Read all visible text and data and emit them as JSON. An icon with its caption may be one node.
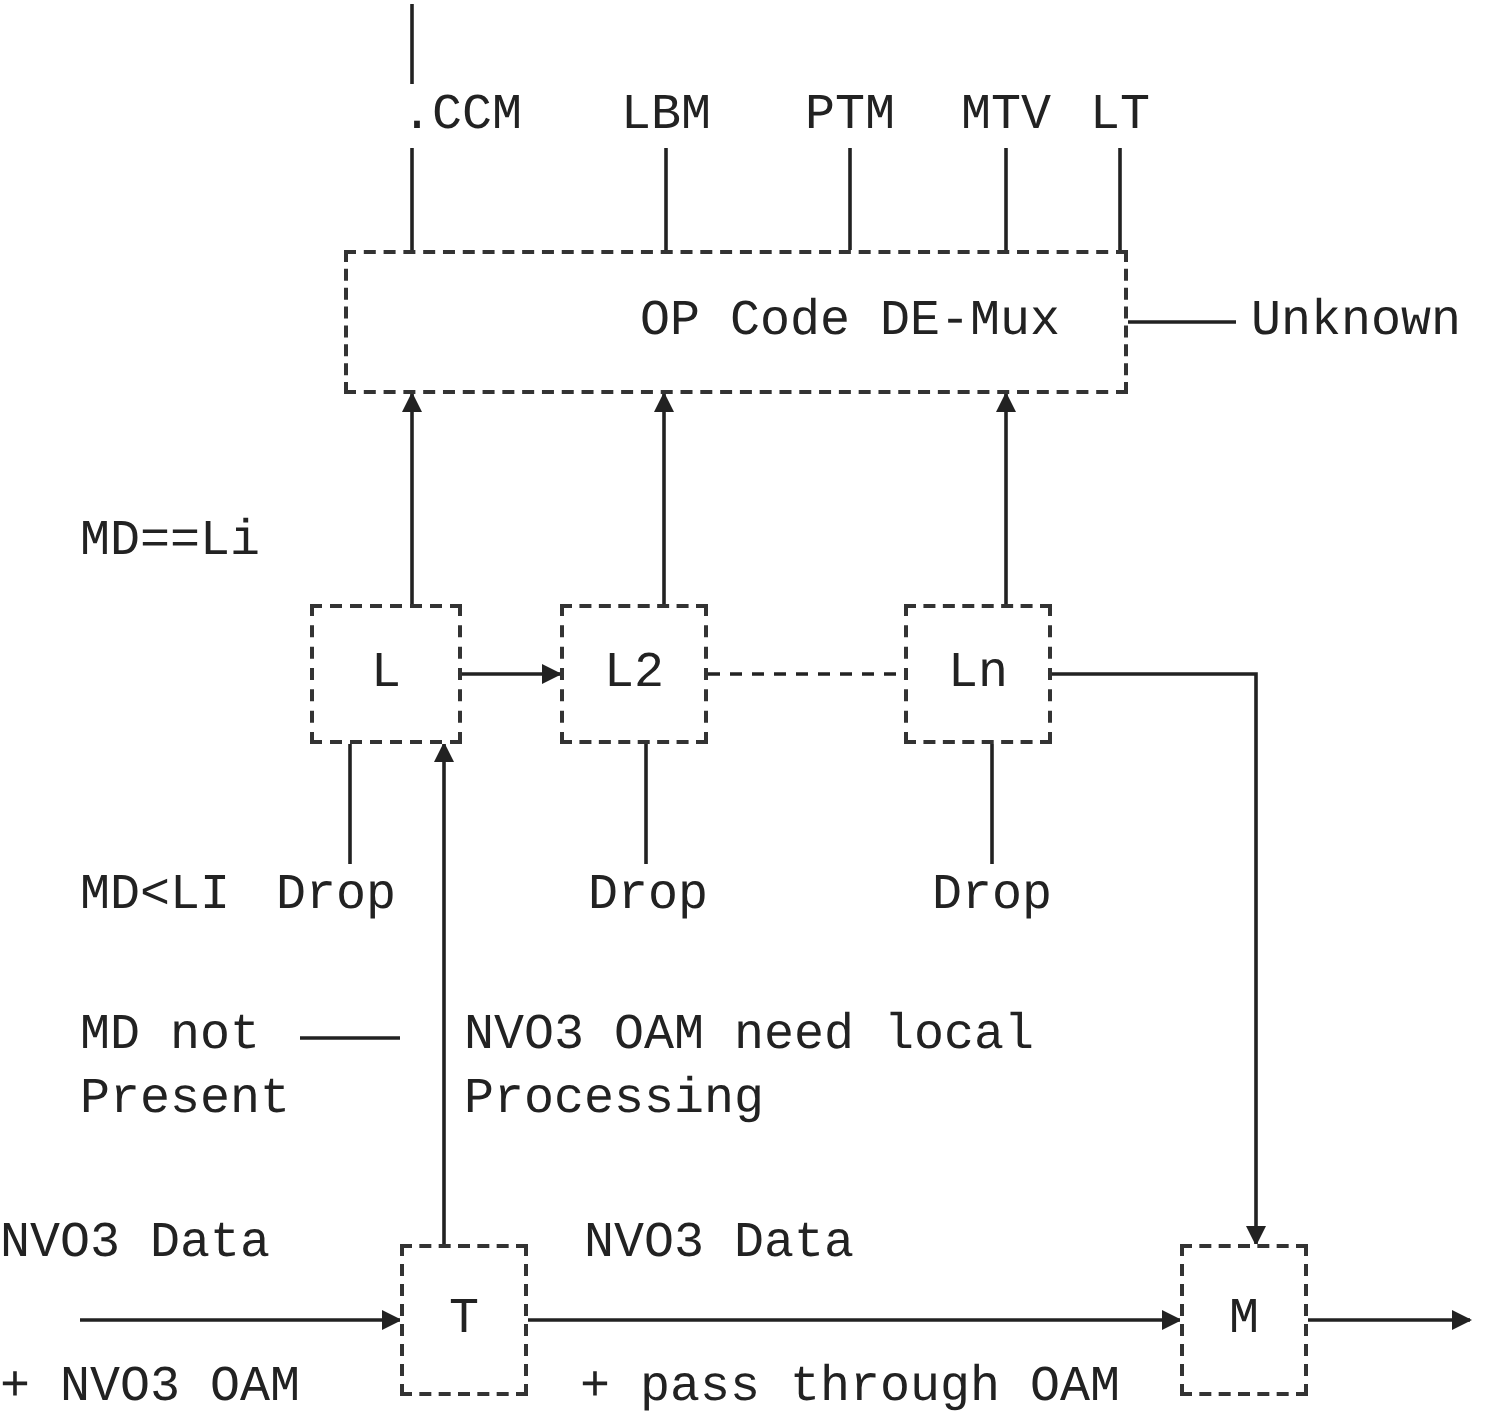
{
  "diagram": {
    "nodes": [
      {
        "text": [
          ".CCM"
        ]
      },
      {
        "text": [
          "LBM"
        ]
      },
      {
        "text": [
          "PTM"
        ]
      },
      {
        "text": [
          "MTV"
        ]
      },
      {
        "text": [
          "LT"
        ]
      },
      {
        "text": [
          "OP Code DE-Mux"
        ]
      },
      {
        "text": [
          "Unknown"
        ]
      },
      {
        "text": [
          "L"
        ]
      },
      {
        "text": [
          "L2"
        ]
      },
      {
        "text": [
          "Ln"
        ]
      },
      {
        "text": [
          "Drop"
        ]
      },
      {
        "text": [
          "Drop"
        ]
      },
      {
        "text": [
          "Drop"
        ]
      },
      {
        "text": [
          "T"
        ]
      },
      {
        "text": [
          "M"
        ]
      },
      {
        "text": [
          "MD not Present"
        ]
      }
    ],
    "edges": [
      {
        "from": null,
        "to": 0,
        "arrow": "none"
      },
      {
        "from": 0,
        "to": 5,
        "arrow": "none"
      },
      {
        "from": 1,
        "to": 5,
        "arrow": "none"
      },
      {
        "from": 2,
        "to": 5,
        "arrow": "none"
      },
      {
        "from": 3,
        "to": 5,
        "arrow": "none"
      },
      {
        "from": 4,
        "to": 5,
        "arrow": "none"
      },
      {
        "from": 5,
        "to": 6,
        "arrow": "none"
      },
      {
        "from": 7,
        "to": 5,
        "arrow": "to",
        "label": "MD==Li"
      },
      {
        "from": 8,
        "to": 5,
        "arrow": "to"
      },
      {
        "from": 9,
        "to": 5,
        "arrow": "to"
      },
      {
        "from": 7,
        "to": 8,
        "arrow": "to"
      },
      {
        "from": 8,
        "to": 9,
        "arrow": "none",
        "style": "dashed"
      },
      {
        "from": 9,
        "to": 14,
        "arrow": "to"
      },
      {
        "from": 7,
        "to": 10,
        "arrow": "none",
        "label": "MD<LI"
      },
      {
        "from": 8,
        "to": 11,
        "arrow": "none"
      },
      {
        "from": 9,
        "to": 12,
        "arrow": "none"
      },
      {
        "from": 13,
        "to": 7,
        "arrow": "to",
        "label": "NVO3 OAM need local Processing"
      },
      {
        "from": null,
        "to": 13,
        "arrow": "to"
      },
      {
        "from": 13,
        "to": 14,
        "arrow": "to"
      },
      {
        "from": 14,
        "to": null,
        "arrow": "to"
      },
      {
        "from": 15,
        "to": null,
        "arrow": "none"
      }
    ],
    "labels": [
      "NVO3 Data",
      "+ NVO3 OAM",
      "NVO3 Data",
      "+ pass through OAM"
    ]
  }
}
